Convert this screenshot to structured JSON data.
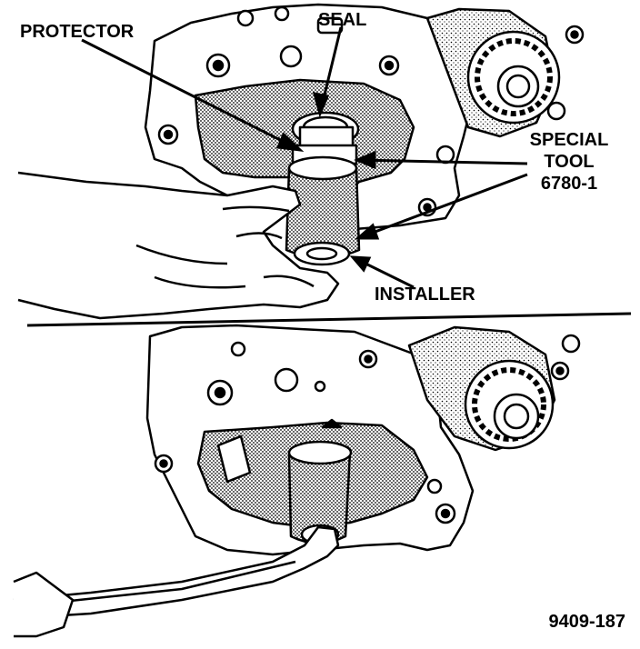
{
  "labels": {
    "protector": "PROTECTOR",
    "seal": "SEAL",
    "special_line1": "SPECIAL",
    "special_line2": "TOOL",
    "special_line3": "6780-1",
    "installer": "INSTALLER"
  },
  "figure_id": "9409-187",
  "colors": {
    "ink": "#000000",
    "paper": "#ffffff",
    "shade": "#9a9a9a"
  }
}
